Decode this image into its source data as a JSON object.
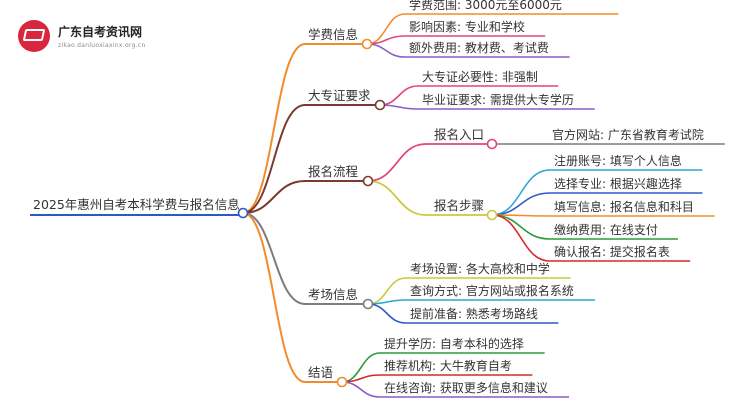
{
  "site": {
    "name": "广东自考资讯网",
    "domain": "zikao.danluoxiaxinx.org.cn"
  },
  "diagram": {
    "root": "2025年惠州自考本科学费与报名信息",
    "branches": [
      {
        "label": "学费信息",
        "color": "#f08c2c",
        "leaves": [
          {
            "text": "学费范围: 3000元至6000元",
            "color": "#f08c2c"
          },
          {
            "text": "影响因素: 专业和学校",
            "color": "#e0457b"
          },
          {
            "text": "额外费用: 教材费、考试费",
            "color": "#8a5cc7"
          }
        ]
      },
      {
        "label": "大专证要求",
        "color": "#7a3b2e",
        "leaves": [
          {
            "text": "大专证必要性: 非强制",
            "color": "#e0457b"
          },
          {
            "text": "毕业证要求: 需提供大专学历",
            "color": "#8a5cc7"
          }
        ]
      },
      {
        "label": "报名流程",
        "color": "#7a3b2e",
        "subbranches": [
          {
            "label": "报名入口",
            "color": "#e0457b",
            "leaves": [
              {
                "text": "官方网站: 广东省教育考试院",
                "color": "#7d7d7d"
              }
            ]
          },
          {
            "label": "报名步骤",
            "color": "#c9c93a",
            "leaves": [
              {
                "text": "注册账号: 填写个人信息",
                "color": "#2aa7d6"
              },
              {
                "text": "选择专业: 根据兴趣选择",
                "color": "#2e58c7"
              },
              {
                "text": "填写信息: 报名信息和科目",
                "color": "#f08c2c"
              },
              {
                "text": "缴纳费用: 在线支付",
                "color": "#2e9b3a"
              },
              {
                "text": "确认报名: 提交报名表",
                "color": "#d62828"
              }
            ]
          }
        ]
      },
      {
        "label": "考场信息",
        "color": "#7d7d7d",
        "leaves": [
          {
            "text": "考场设置: 各大高校和中学",
            "color": "#c9c93a"
          },
          {
            "text": "查询方式: 官方网站或报名系统",
            "color": "#2aa7d6"
          },
          {
            "text": "提前准备: 熟悉考场路线",
            "color": "#2e58c7"
          }
        ]
      },
      {
        "label": "结语",
        "color": "#f08c2c",
        "leaves": [
          {
            "text": "提升学历: 自考本科的选择",
            "color": "#2e9b3a"
          },
          {
            "text": "推荐机构: 大牛教育自考",
            "color": "#d62828"
          },
          {
            "text": "在线咨询: 获取更多信息和建议",
            "color": "#8a5cc7"
          }
        ]
      }
    ]
  }
}
